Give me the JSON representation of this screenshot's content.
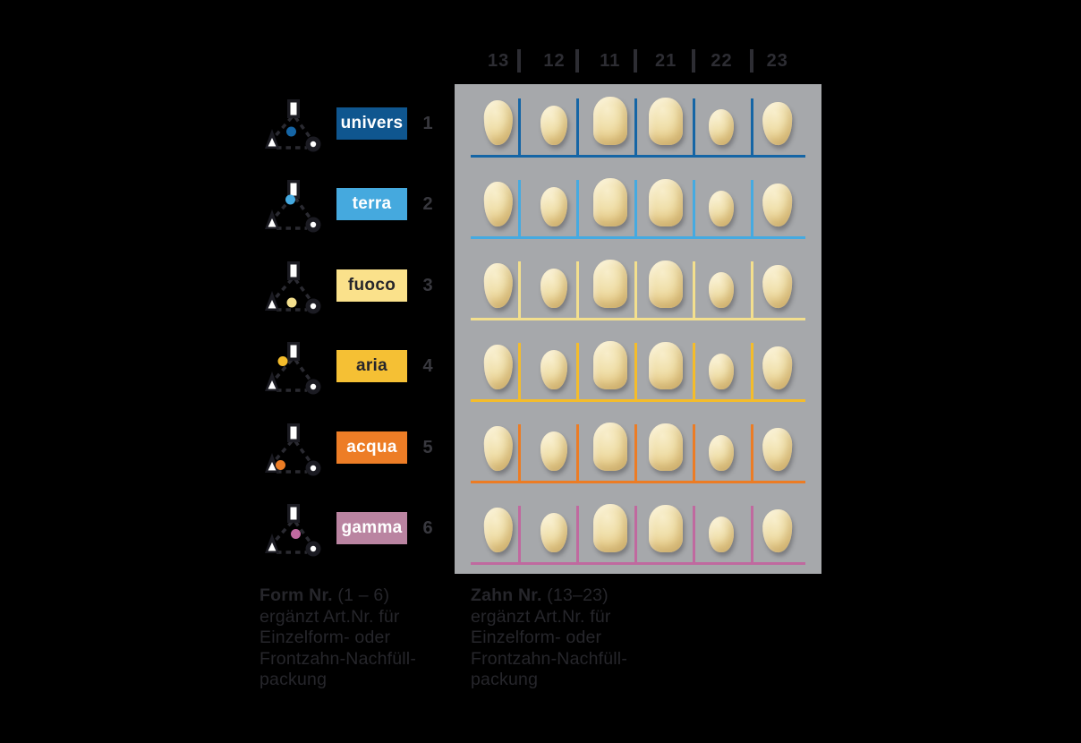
{
  "page": {
    "background": "#000000",
    "panel_bg": "#a6a8ab"
  },
  "header": {
    "tooth_numbers": [
      "13",
      "12",
      "11",
      "21",
      "22",
      "23"
    ]
  },
  "rows": [
    {
      "name": "univers",
      "number": "1",
      "color": "#0f568f",
      "line_color": "#1565a5",
      "label_text_color": "#ffffff",
      "dot": {
        "x": 29.5,
        "y": 37
      }
    },
    {
      "name": "terra",
      "number": "2",
      "color": "#45a9de",
      "line_color": "#45aae1",
      "label_text_color": "#ffffff",
      "dot": {
        "x": 28.5,
        "y": 23
      }
    },
    {
      "name": "fuoco",
      "number": "3",
      "color": "#fae18b",
      "line_color": "#f3df8d",
      "label_text_color": "#26262b",
      "dot": {
        "x": 30,
        "y": 47
      }
    },
    {
      "name": "aria",
      "number": "4",
      "color": "#f5c034",
      "line_color": "#f4bc2b",
      "label_text_color": "#26262b",
      "dot": {
        "x": 20,
        "y": 22.5
      }
    },
    {
      "name": "acqua",
      "number": "5",
      "color": "#ed7d26",
      "line_color": "#ec7c24",
      "label_text_color": "#ffffff",
      "dot": {
        "x": 17.5,
        "y": 47.5
      }
    },
    {
      "name": "gamma",
      "number": "6",
      "color": "#ba84a1",
      "line_color": "#c0699f",
      "label_text_color": "#ffffff",
      "dot": {
        "x": 34.5,
        "y": 34.5
      }
    }
  ],
  "footnotes": {
    "left": {
      "bold": "Form Nr.",
      "range": " (1 – 6)",
      "lines": [
        "ergänzt Art.Nr. für",
        "Einzelform- oder",
        "Frontzahn-Nachfüll-",
        "packung"
      ]
    },
    "right": {
      "bold": "Zahn Nr.",
      "range": " (13–23)",
      "lines": [
        "ergänzt Art.Nr. für",
        "Einzelform- oder",
        "Frontzahn-Nachfüll-",
        "packung"
      ]
    }
  }
}
